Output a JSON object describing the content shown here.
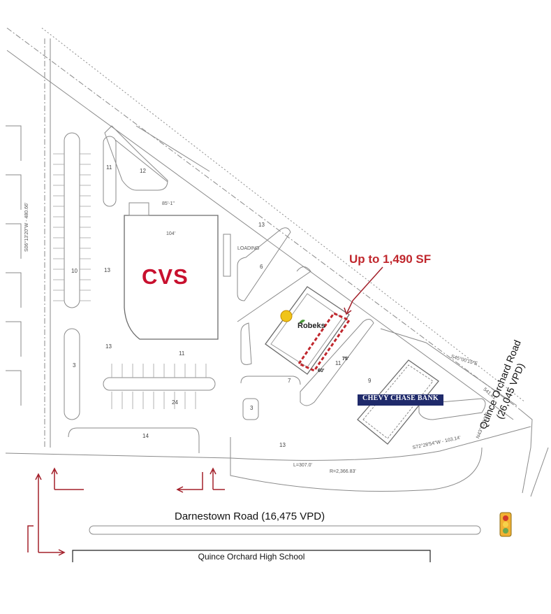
{
  "callout": {
    "text": "Up to 1,490 SF",
    "color": "#c0272d"
  },
  "tenants": {
    "cvs": {
      "label": "CVS",
      "color": "#c8102e"
    },
    "bank": {
      "label": "CHEVY CHASE BANK",
      "bg": "#1f2a6b",
      "fg": "#ffffff"
    },
    "robeks": {
      "label": "Robeks"
    }
  },
  "roads": {
    "darnestown": "Darnestown Road (16,475 VPD)",
    "quince_line1": "Quince Orchard Road",
    "quince_line2": "(26,045 VPD)"
  },
  "school": "Quince Orchard High School",
  "dimensions": {
    "west_bearing": "S06°13'20\"W - 480.66'",
    "bearing_se1": "S45°00'15\"E",
    "bearing_se1_len": "541.81'",
    "bearing_south": "N43°22'10\"E",
    "bearing_south2": "S72°28'54\"W - 103.14'",
    "curve_l": "L=307.0'",
    "curve_r": "R=2,366.83'",
    "store_width": "60'",
    "store_depth": "75'",
    "cvs_dim1": "85'-1\"",
    "cvs_dim2": "104'",
    "loading": "LOADING"
  },
  "parking_counts": [
    "10",
    "13",
    "13",
    "3",
    "24",
    "14",
    "13",
    "11",
    "11",
    "7",
    "6",
    "9",
    "3",
    "11",
    "12",
    "13"
  ],
  "colors": {
    "line": "#7a7a7a",
    "arrow": "#a3202a",
    "signal": "#f2b233"
  }
}
